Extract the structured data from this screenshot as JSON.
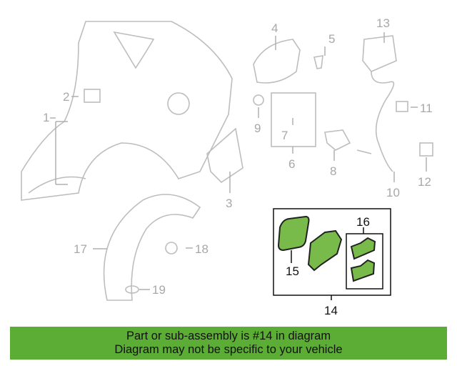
{
  "callouts": {
    "c1": "1",
    "c2": "2",
    "c3": "3",
    "c4": "4",
    "c5": "5",
    "c6": "6",
    "c7": "7",
    "c8": "8",
    "c9": "9",
    "c10": "10",
    "c11": "11",
    "c12": "12",
    "c13": "13",
    "c14": "14",
    "c15": "15",
    "c16": "16",
    "c17": "17",
    "c18": "18",
    "c19": "19"
  },
  "banner": {
    "line1": "Part or sub-assembly is #14 in diagram",
    "line2": "Diagram may not be specific to your vehicle"
  },
  "colors": {
    "highlight": "#79bb4b",
    "banner": "#5cad36"
  }
}
